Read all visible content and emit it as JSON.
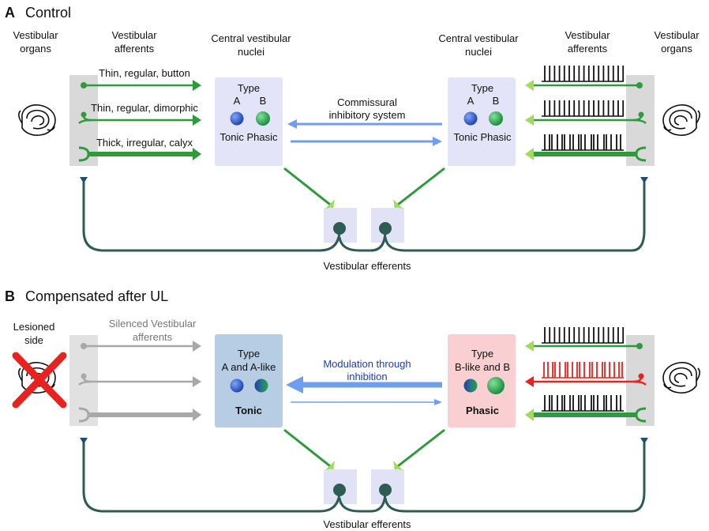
{
  "panelA": {
    "letter": "A",
    "title": "Control",
    "left_organs_label": [
      "Vestibular",
      "organs"
    ],
    "left_afferents_label": [
      "Vestibular",
      "afferents"
    ],
    "left_nuclei_label": [
      "Central vestibular",
      "nuclei"
    ],
    "right_nuclei_label": [
      "Central vestibular",
      "nuclei"
    ],
    "right_afferents_label": [
      "Vestibular",
      "afferents"
    ],
    "right_organs_label": [
      "Vestibular",
      "organs"
    ],
    "afferent_types": [
      "Thin, regular, button",
      "Thin, regular, dimorphic",
      "Thick, irregular, calyx"
    ],
    "left_box": {
      "type": "Type",
      "a": "A",
      "b": "B",
      "tonic_phasic": "Tonic Phasic"
    },
    "right_box": {
      "type": "Type",
      "a": "A",
      "b": "B",
      "tonic_phasic": "Tonic Phasic"
    },
    "commissural": [
      "Commissural",
      "inhibitory system"
    ],
    "efferents": "Vestibular efferents"
  },
  "panelB": {
    "letter": "B",
    "title": "Compensated after UL",
    "lesioned_label": [
      "Lesioned",
      "side"
    ],
    "silenced_label": [
      "Silenced Vestibular",
      "afferents"
    ],
    "left_box": {
      "type": "Type",
      "subtype": "A and A-like",
      "bold": "Tonic"
    },
    "right_box": {
      "type": "Type",
      "subtype": "B-like and B",
      "bold": "Phasic"
    },
    "modulation": [
      "Modulation through",
      "inhibition"
    ],
    "efferents": "Vestibular efferents"
  },
  "colors": {
    "green": "#2e9a3c",
    "dark_teal": "#2e5c55",
    "blue_arrow": "#6f9df0",
    "box_lavender": "#e4e4f8",
    "box_blue": "#b6cde3",
    "box_pink": "#f9cfd2",
    "red": "#e8221f",
    "gray": "#a8a8a8"
  }
}
